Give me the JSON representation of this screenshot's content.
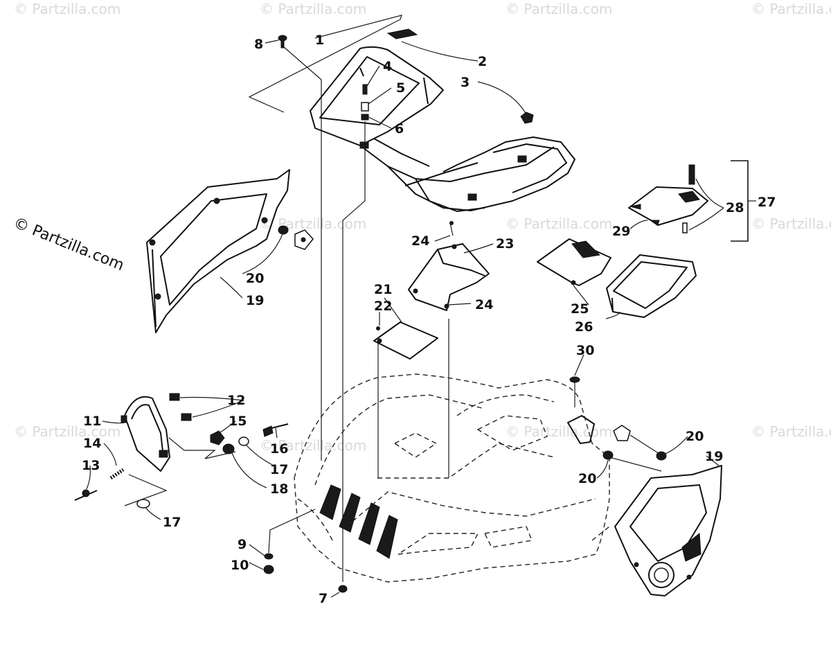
{
  "watermark": {
    "text": "© Partzilla.com",
    "main_text": "© Partzilla.com"
  },
  "callouts": [
    {
      "id": "c1",
      "label": "1"
    },
    {
      "id": "c2",
      "label": "2"
    },
    {
      "id": "c3",
      "label": "3"
    },
    {
      "id": "c4",
      "label": "4"
    },
    {
      "id": "c5",
      "label": "5"
    },
    {
      "id": "c6",
      "label": "6"
    },
    {
      "id": "c7",
      "label": "7"
    },
    {
      "id": "c8",
      "label": "8"
    },
    {
      "id": "c9",
      "label": "9"
    },
    {
      "id": "c10",
      "label": "10"
    },
    {
      "id": "c11",
      "label": "11"
    },
    {
      "id": "c12",
      "label": "12"
    },
    {
      "id": "c13",
      "label": "13"
    },
    {
      "id": "c14",
      "label": "14"
    },
    {
      "id": "c15",
      "label": "15"
    },
    {
      "id": "c16",
      "label": "16"
    },
    {
      "id": "c17a",
      "label": "17"
    },
    {
      "id": "c17b",
      "label": "17"
    },
    {
      "id": "c18",
      "label": "18"
    },
    {
      "id": "c19a",
      "label": "19"
    },
    {
      "id": "c19b",
      "label": "19"
    },
    {
      "id": "c20a",
      "label": "20"
    },
    {
      "id": "c20b",
      "label": "20"
    },
    {
      "id": "c20c",
      "label": "20"
    },
    {
      "id": "c21",
      "label": "21"
    },
    {
      "id": "c22",
      "label": "22"
    },
    {
      "id": "c23",
      "label": "23"
    },
    {
      "id": "c24a",
      "label": "24"
    },
    {
      "id": "c24b",
      "label": "24"
    },
    {
      "id": "c25",
      "label": "25"
    },
    {
      "id": "c26",
      "label": "26"
    },
    {
      "id": "c27",
      "label": "27"
    },
    {
      "id": "c28",
      "label": "28"
    },
    {
      "id": "c29",
      "label": "29"
    },
    {
      "id": "c30",
      "label": "30"
    }
  ]
}
